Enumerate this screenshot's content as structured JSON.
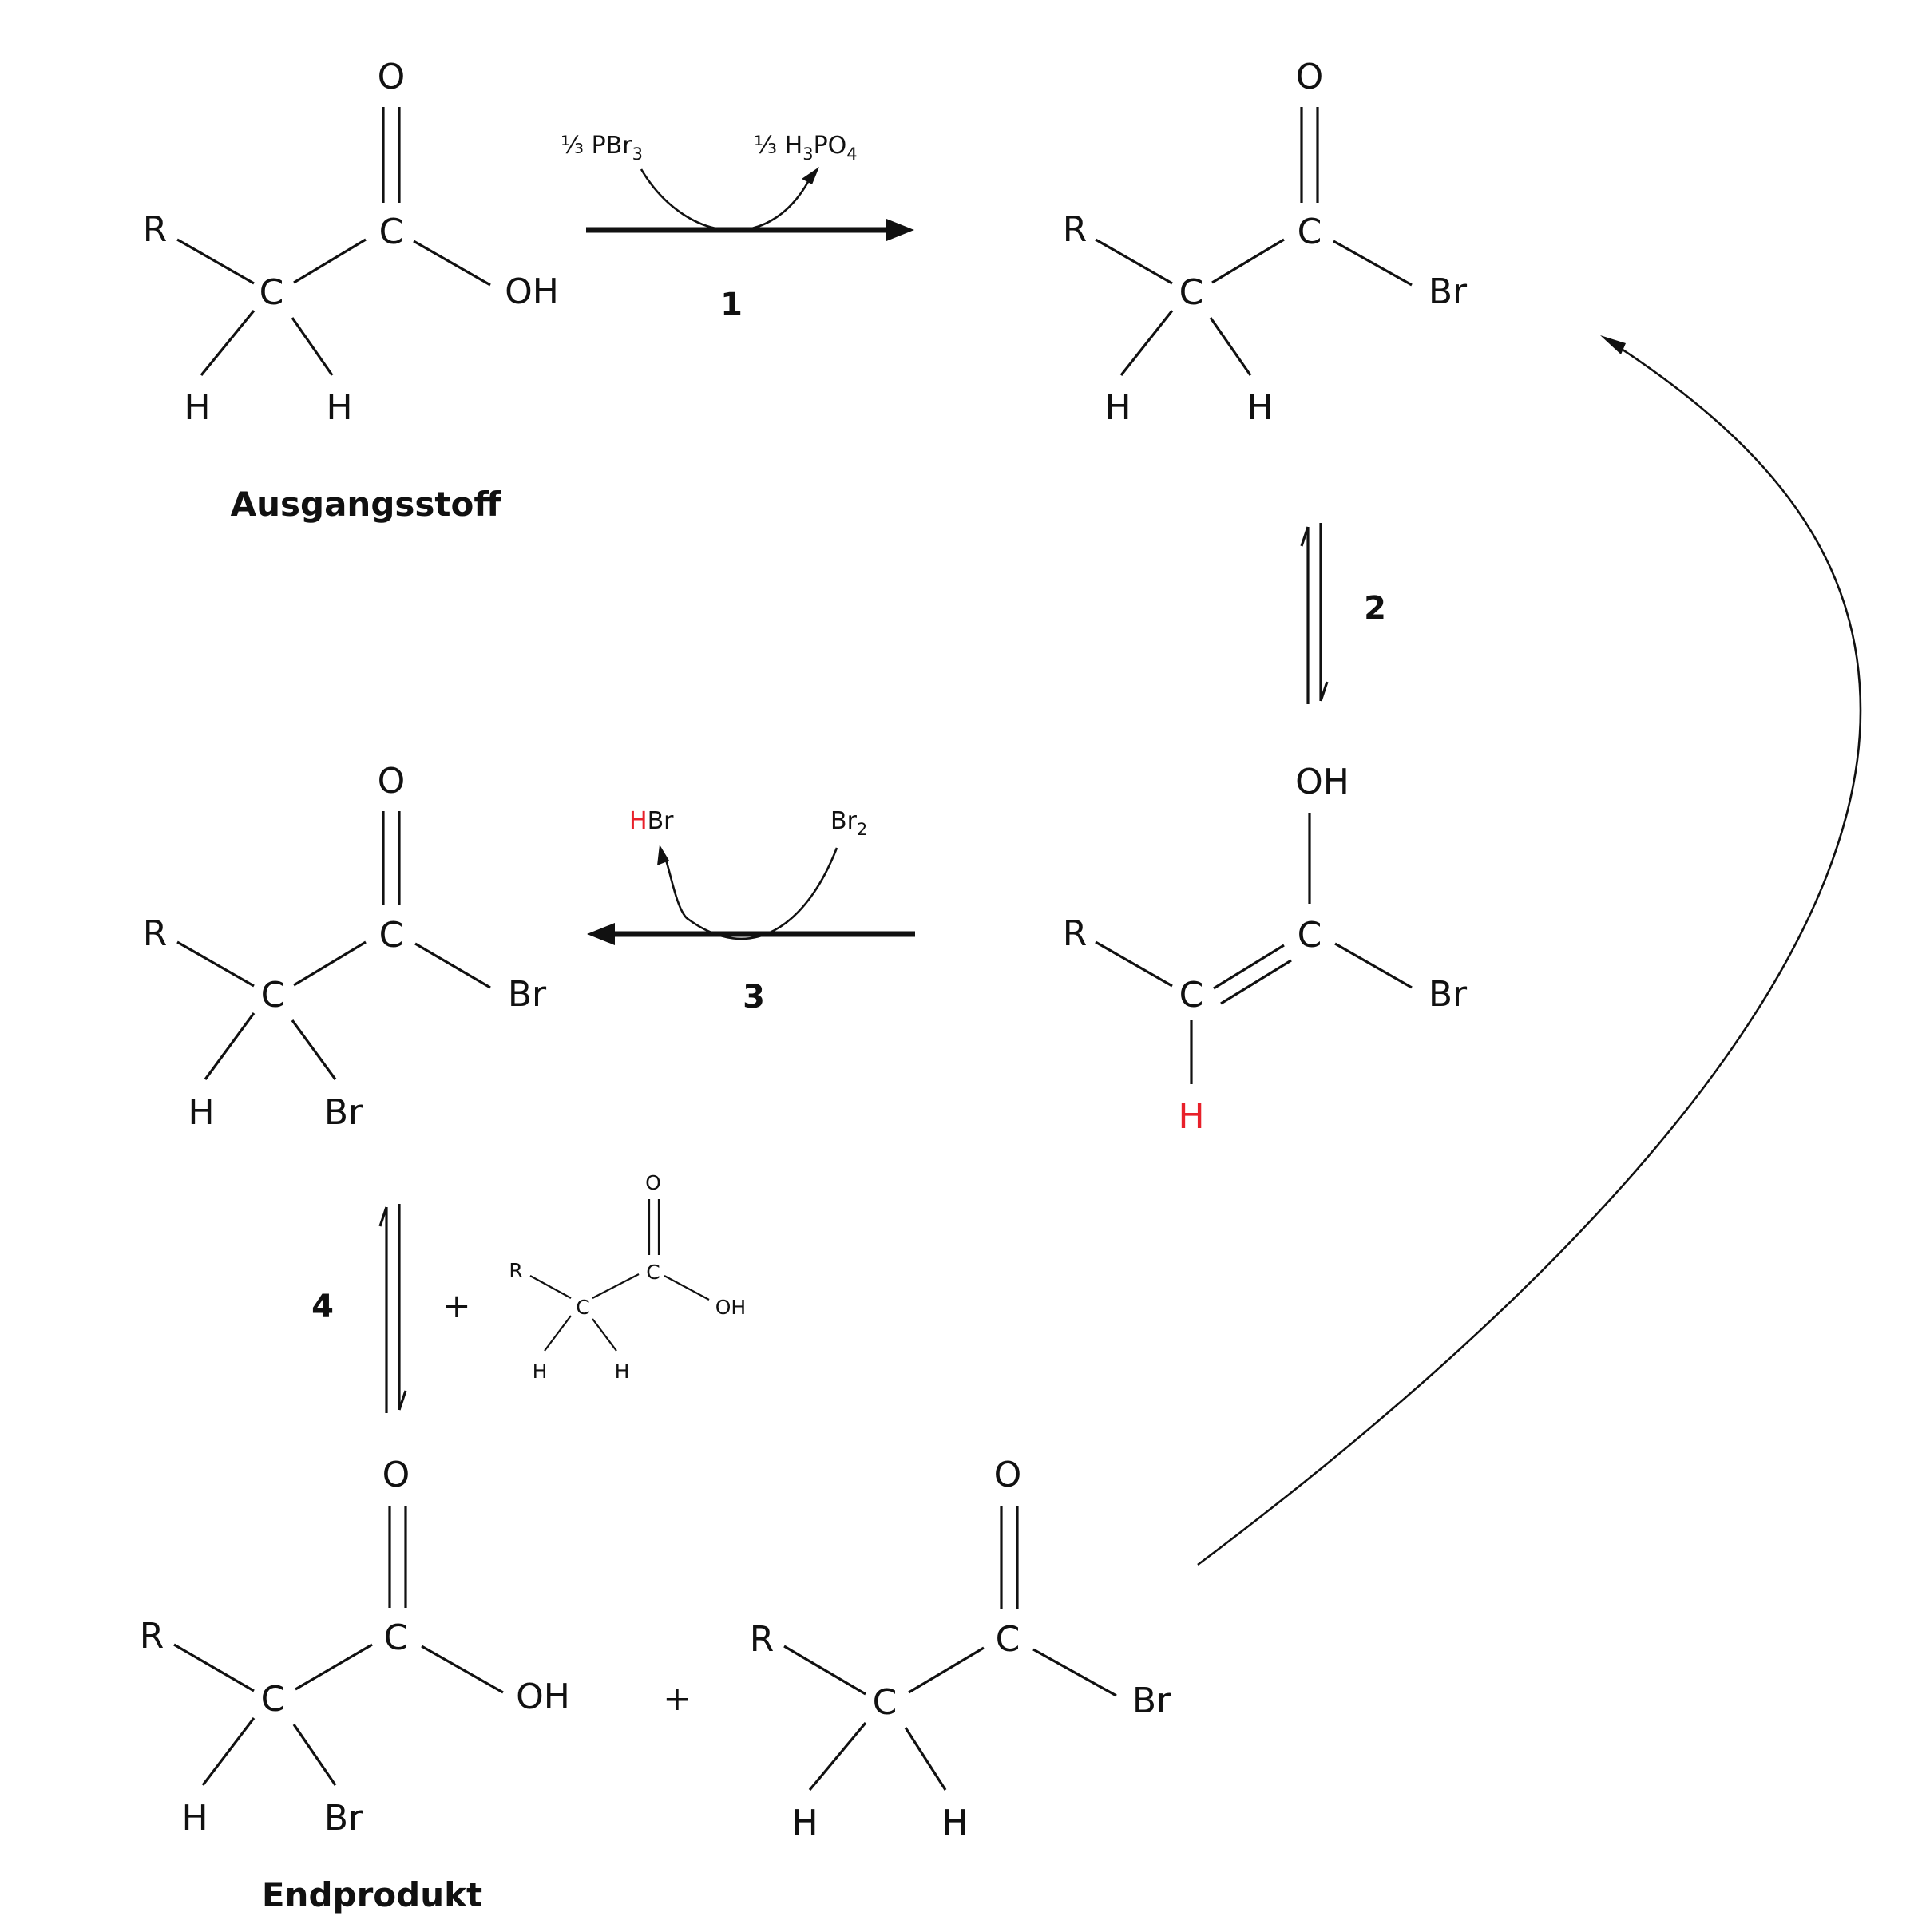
{
  "atoms": {
    "R": "R",
    "C": "C",
    "O": "O",
    "OH": "OH",
    "H": "H",
    "Br": "Br"
  },
  "reagents": {
    "step1_in": "⅓  PBr",
    "step1_in_sub": "3",
    "step1_out_coef": "⅓  ",
    "step1_out_H": "H",
    "step1_out_H_sub": "3",
    "step1_out_PO": "PO",
    "step1_out_PO_sub": "4",
    "step3_out_H": "H",
    "step3_out_Br": "Br",
    "step3_in": "Br",
    "step3_in_sub": "2"
  },
  "steps": [
    "1",
    "2",
    "3",
    "4"
  ],
  "captions": {
    "start": "Ausgangsstoff",
    "end": "Endprodukt"
  },
  "plus": "+",
  "colors": {
    "ink": "#111111",
    "highlight": "#e8202a"
  }
}
